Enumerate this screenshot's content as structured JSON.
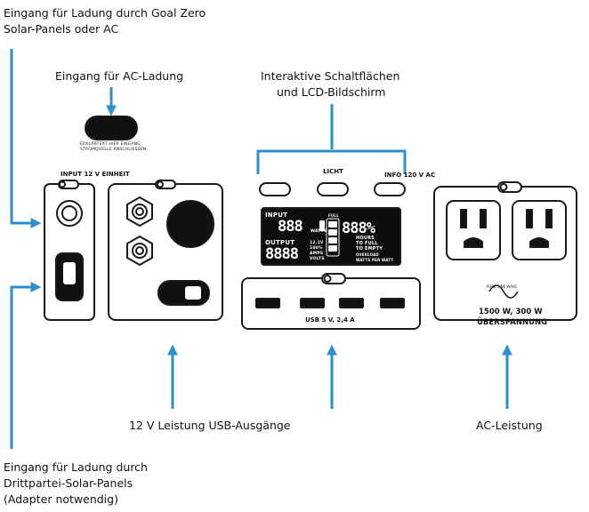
{
  "labels": {
    "top_left": [
      "Eingang für Ladung durch Goal Zero",
      "Solar-Panels oder AC"
    ],
    "ac_charge": "Eingang für AC-Ladung",
    "interactive": [
      "Interaktive Schaltflächen",
      "und LCD-Bildschirm"
    ],
    "bottom_left": [
      "Eingang für Ladung durch",
      "Drittpartei-Solar-Panels",
      "(Adapter notwendig)"
    ],
    "output_12v": "12 V Leistung USB-Ausgänge",
    "ac_power": "AC-Leistung"
  },
  "panel": {
    "input_12v": "INPUT 12 V EINHEIT",
    "licht": "LICHT",
    "info": "INFO 120 V AC",
    "usb": "USB 5 V, 2,4 A",
    "ac_spec": [
      "1500 W, 300 W",
      "ÜBERSPANNUNG"
    ],
    "input_note": [
      "ERKLÄRTEXT HIER EINGANG",
      "STROMQUELLE ANSCHLIESSEN"
    ],
    "sine_label": "PURE SINE WAVE"
  },
  "lcd": {
    "input": "INPUT",
    "output": "OUTPUT",
    "digits_in": "888",
    "digits_out": "8888",
    "watts": "WATTS",
    "percent": "888%",
    "full": "FULL",
    "hours_full": [
      "HOURS",
      "TO FULL"
    ],
    "hours_empty": [
      "TO EMPTY"
    ],
    "overload": [
      "OVERLOAD",
      "WATTS PER WATT"
    ],
    "volts": [
      "12.1V",
      "100%"
    ],
    "volts2": [
      "AMPS",
      "VOLTS"
    ]
  },
  "colors": {
    "arrow": "#2b8fd0",
    "outline": "#1a1a1a",
    "lcd_bg": "#0d0d0d"
  }
}
